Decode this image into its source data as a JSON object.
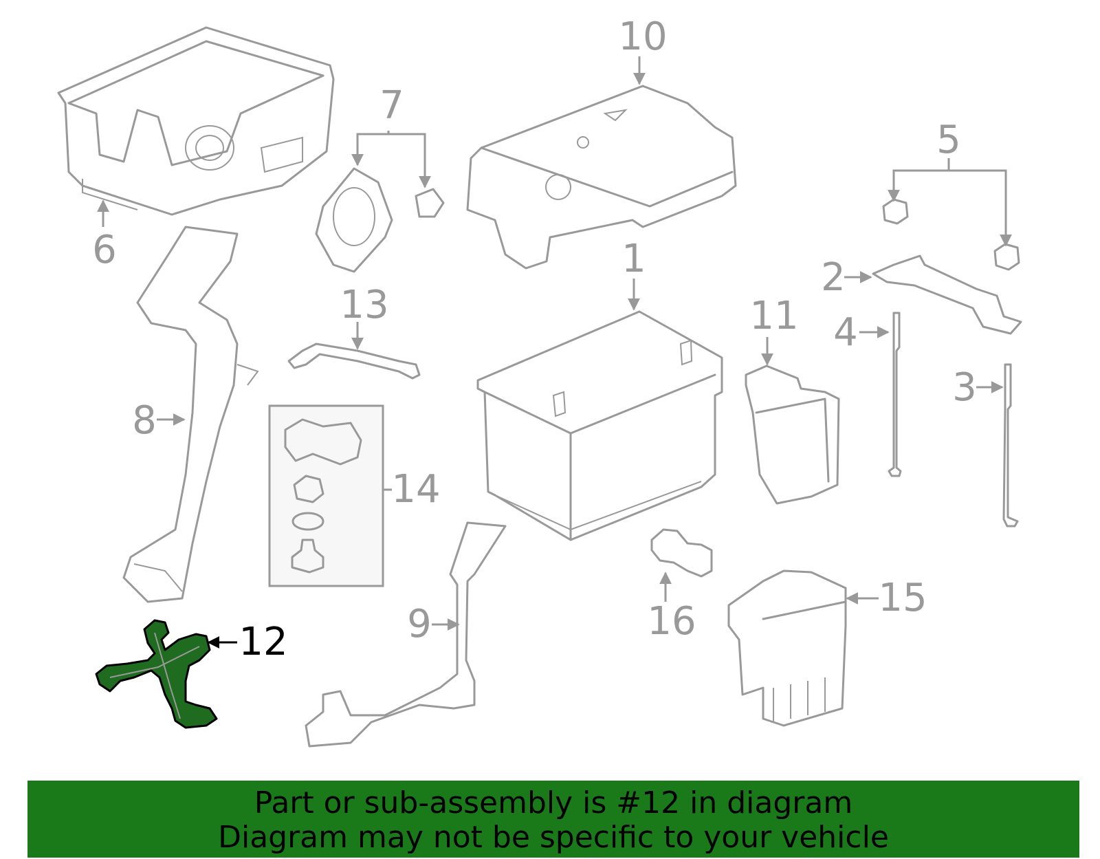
{
  "callouts": {
    "c1": "1",
    "c2": "2",
    "c3": "3",
    "c4": "4",
    "c5": "5",
    "c6": "6",
    "c7": "7",
    "c8": "8",
    "c9": "9",
    "c10": "10",
    "c11": "11",
    "c12": "12",
    "c13": "13",
    "c14": "14",
    "c15": "15",
    "c16": "16"
  },
  "highlighted_part": "12",
  "banner": {
    "line1": "Part or sub-assembly is #12 in diagram",
    "line2": "Diagram may not be specific to your vehicle"
  },
  "colors": {
    "banner_bg": "#1a7a1a",
    "highlight_fill": "#1f6b1f",
    "line_gray": "#999999"
  }
}
